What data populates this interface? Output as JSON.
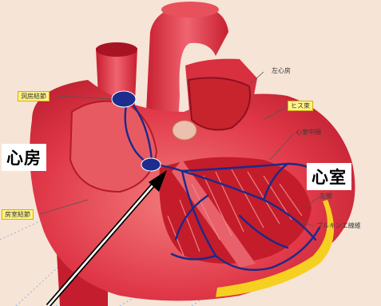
{
  "labels": {
    "sa_node": "洞房結節",
    "left_atrium": "左心房",
    "his_bundle": "ヒス束",
    "septum": "心室中隔",
    "left_bundle": "左脚",
    "purkinje": "プルキンエ線維",
    "av_node": "房室結節"
  },
  "callouts": {
    "atrium": "心房",
    "ventricle": "心室"
  },
  "colors": {
    "background": "#ffffff",
    "muscle": "#e03040",
    "inner_muscle": "#c4202e",
    "conduction": "#1a2a8a",
    "fat": "#f5d020",
    "label_tag": "#fff38a"
  }
}
